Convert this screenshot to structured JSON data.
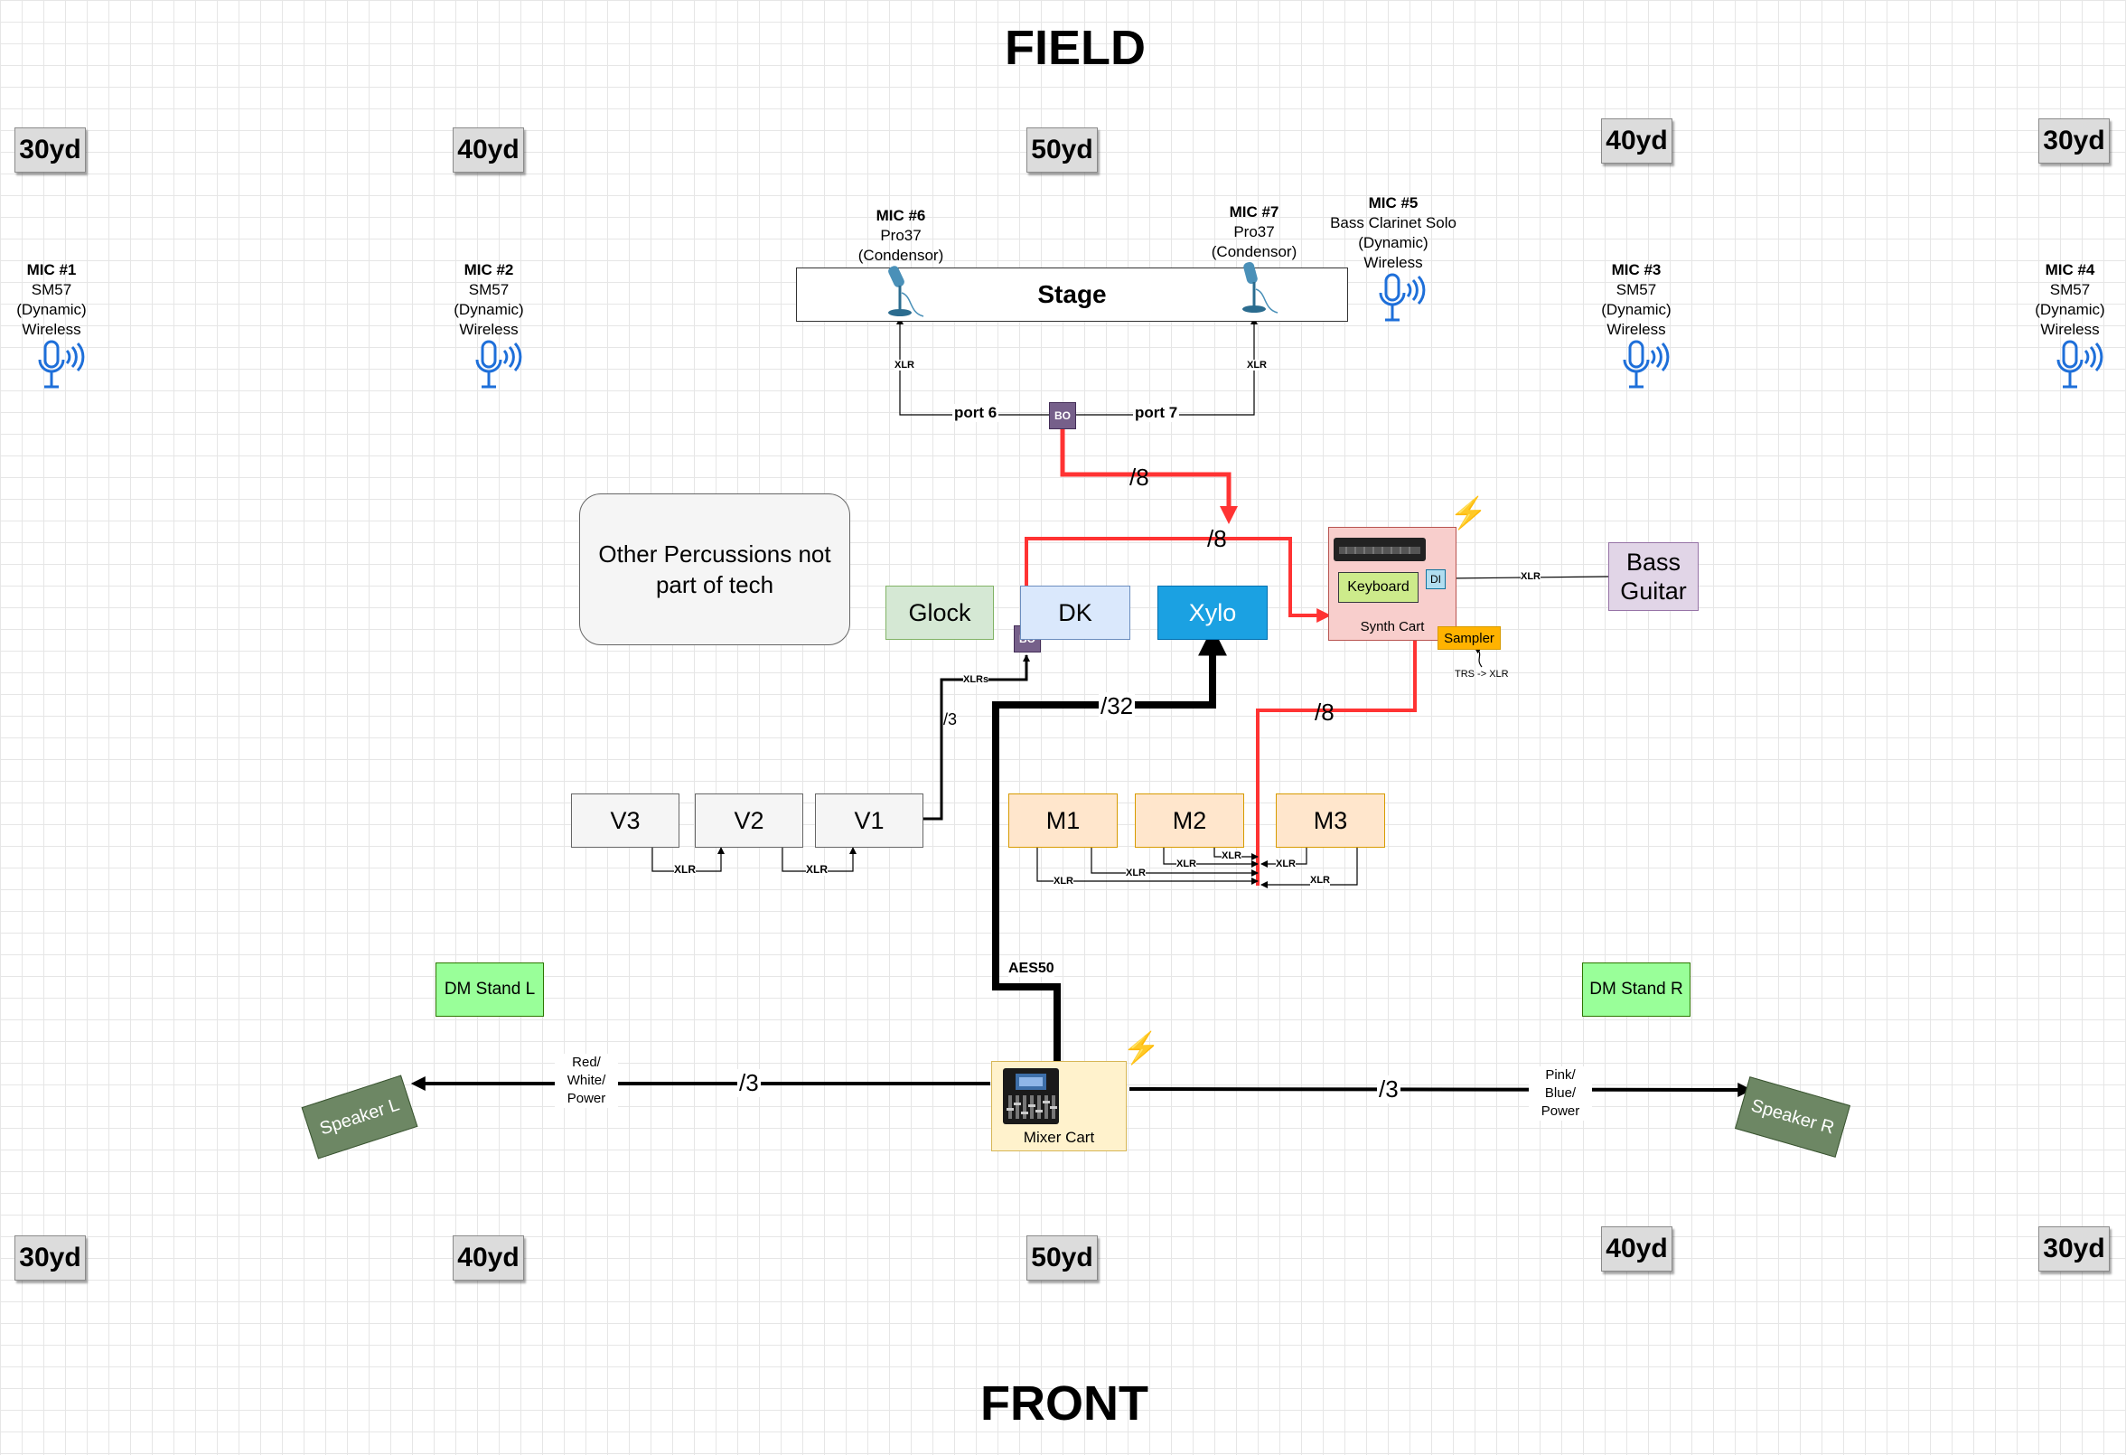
{
  "headings": {
    "top": "FIELD",
    "bottom": "FRONT"
  },
  "yard_markers": {
    "top": [
      "30yd",
      "40yd",
      "50yd",
      "40yd",
      "30yd"
    ],
    "bottom": [
      "30yd",
      "40yd",
      "50yd",
      "40yd",
      "30yd"
    ]
  },
  "mics": [
    {
      "title": "MIC #1",
      "lines": [
        "SM57",
        "(Dynamic)",
        "Wireless"
      ]
    },
    {
      "title": "MIC #2",
      "lines": [
        "SM57",
        "(Dynamic)",
        "Wireless"
      ]
    },
    {
      "title": "MIC #3",
      "lines": [
        "SM57",
        "(Dynamic)",
        "Wireless"
      ]
    },
    {
      "title": "MIC #4",
      "lines": [
        "SM57",
        "(Dynamic)",
        "Wireless"
      ]
    },
    {
      "title": "MIC #5",
      "lines": [
        "Bass Clarinet Solo",
        "(Dynamic)",
        "Wireless"
      ]
    },
    {
      "title": "MIC #6",
      "lines": [
        "Pro37",
        "(Condensor)"
      ]
    },
    {
      "title": "MIC #7",
      "lines": [
        "Pro37",
        "(Condensor)"
      ]
    }
  ],
  "stage": {
    "label": "Stage"
  },
  "ports": {
    "port6": "port 6",
    "port7": "port 7"
  },
  "breakout": "BO",
  "note": {
    "text": "Other Percussions not part of tech"
  },
  "instruments": {
    "glock": "Glock",
    "dk": "DK",
    "xylo": "Xylo",
    "bass_guitar": "Bass Guitar",
    "keyboard": "Keyboard",
    "di": "DI",
    "synth_cart": "Synth Cart",
    "sampler": "Sampler"
  },
  "vocals": [
    "V3",
    "V2",
    "V1"
  ],
  "mallets": [
    "M1",
    "M2",
    "M3"
  ],
  "stands": {
    "left": "DM Stand L",
    "right": "DM Stand R"
  },
  "speakers": {
    "left": "Speaker L",
    "right": "Speaker R"
  },
  "mixer": {
    "label": "Mixer Cart"
  },
  "cable_labels": {
    "xlr": "XLR",
    "xlrs": "XLRs",
    "trs_xlr": "TRS -> XLR",
    "aes50": "AES50",
    "slash8": "/8",
    "slash32": "/32",
    "slash3": "/3",
    "left_speaker_cable": [
      "Red/",
      "White/",
      "Power"
    ],
    "right_speaker_cable": [
      "Pink/",
      "Blue/",
      "Power"
    ]
  },
  "colors": {
    "red_line": "#ff3333",
    "black_line": "#000000",
    "xylo": "#1ba1e2",
    "glock": "#d5e8d4",
    "dk": "#dae8fc",
    "mallet": "#ffe6cc",
    "bass_guitar": "#e1d5e7",
    "synth_cart": "#f8cecc",
    "keyboard": "#cdeb8b",
    "sampler": "#ffb300",
    "stand": "#99ff99",
    "speaker": "#6d8764",
    "mixer": "#fff2cc",
    "breakout": "#76608a",
    "mic_icon": "#1e6fd9"
  }
}
